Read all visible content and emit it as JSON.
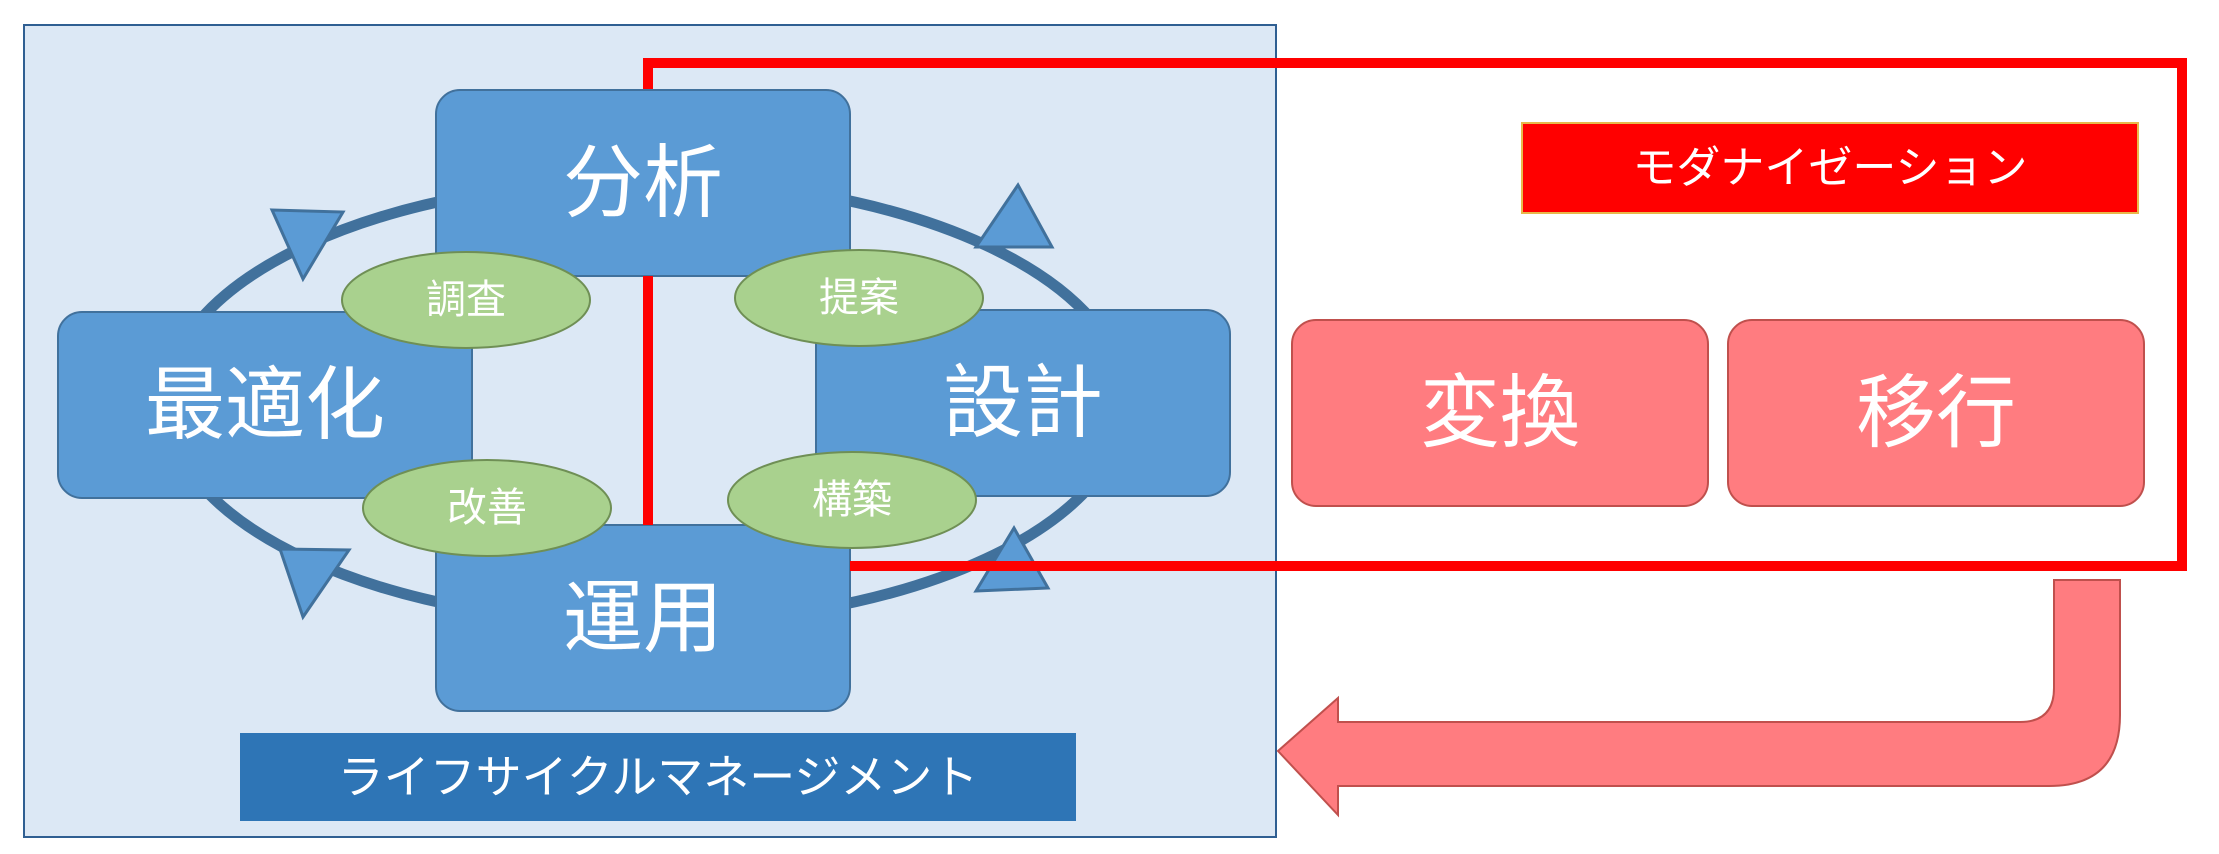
{
  "lifecycle": {
    "label": "ライフサイクルマネージメント",
    "stages": {
      "analysis": "分析",
      "design": "設計",
      "operation": "運用",
      "optimization": "最適化"
    },
    "transitions": {
      "investigation": "調査",
      "proposal": "提案",
      "construction": "構築",
      "improvement": "改善"
    }
  },
  "modernization": {
    "label": "モダナイゼーション",
    "steps": {
      "conversion": "変換",
      "migration": "移行"
    }
  },
  "colors": {
    "lifecycle_panel_fill": "#dce8f5",
    "lifecycle_panel_border": "#2f5f92",
    "stage_fill": "#5b9bd5",
    "stage_border": "#41719c",
    "cycle_ring": "#41719c",
    "transition_fill": "#a9d18e",
    "transition_border": "#6f8f55",
    "label_bar_fill": "#2e75b6",
    "modernization_frame": "#ff0000",
    "modernization_label_fill": "#ff0000",
    "step_fill": "#ff7c80",
    "step_border": "#c0504d",
    "return_arrow": "#ff7c80"
  }
}
